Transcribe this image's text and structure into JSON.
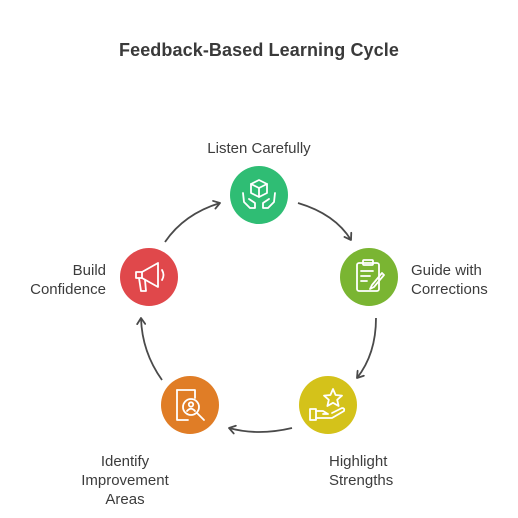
{
  "title": "Feedback-Based Learning Cycle",
  "colors": {
    "listen": "#2fbd74",
    "guide": "#7ab532",
    "highlight": "#d4c21a",
    "identify": "#e07d26",
    "build": "#e0484b",
    "arrow": "#4a4a4a",
    "title_text": "#3a3a3a"
  },
  "steps": [
    {
      "id": "listen",
      "lines": [
        "Listen Carefully"
      ],
      "icon": "hands-holding-box-icon"
    },
    {
      "id": "guide",
      "lines": [
        "Guide with",
        "Corrections"
      ],
      "icon": "clipboard-pen-icon"
    },
    {
      "id": "highlight",
      "lines": [
        "Highlight",
        "Strengths"
      ],
      "icon": "star-in-hand-icon"
    },
    {
      "id": "identify",
      "lines": [
        "Identify",
        "Improvement",
        "Areas"
      ],
      "icon": "document-magnifier-icon"
    },
    {
      "id": "build",
      "lines": [
        "Build",
        "Confidence"
      ],
      "icon": "megaphone-icon"
    }
  ]
}
